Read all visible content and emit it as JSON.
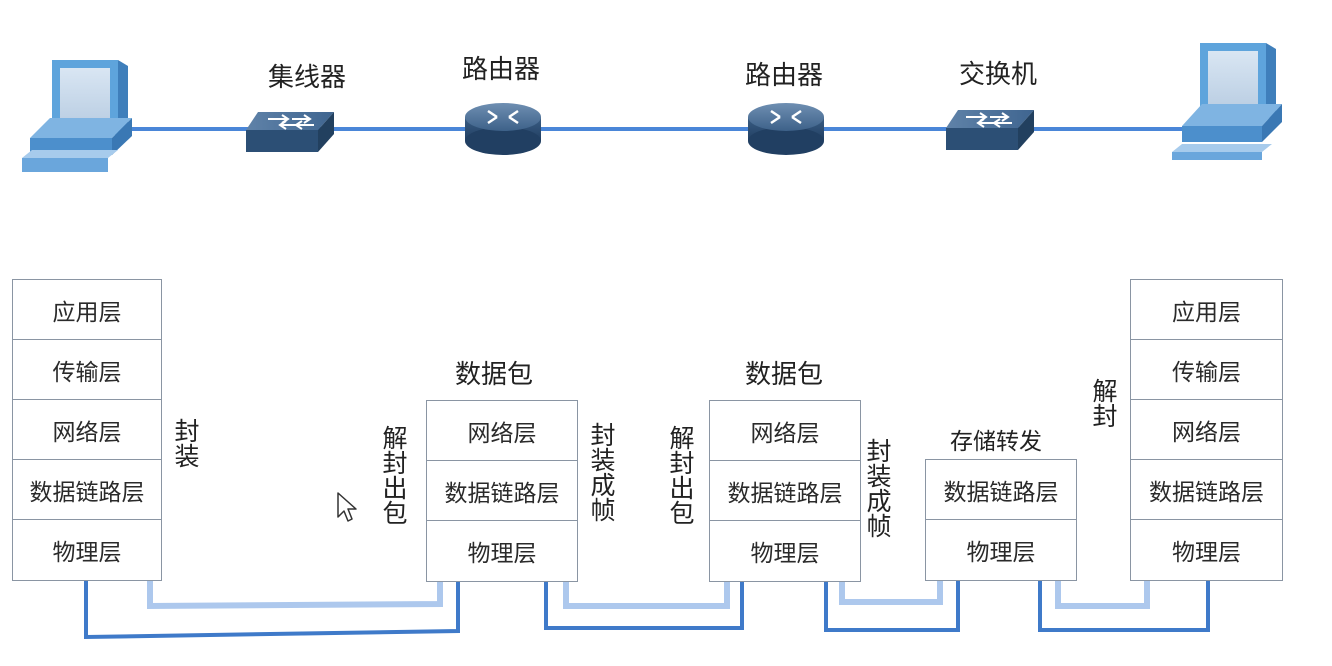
{
  "devices": {
    "hub": "集线器",
    "router1": "路由器",
    "router2": "路由器",
    "switch": "交换机"
  },
  "stacks": {
    "left": [
      "应用层",
      "传输层",
      "网络层",
      "数据链路层",
      "物理层"
    ],
    "router1": [
      "网络层",
      "数据链路层",
      "物理层"
    ],
    "router2": [
      "网络层",
      "数据链路层",
      "物理层"
    ],
    "switch": [
      "数据链路层",
      "物理层"
    ],
    "right": [
      "应用层",
      "传输层",
      "网络层",
      "数据链路层",
      "物理层"
    ]
  },
  "headers": {
    "router1": "数据包",
    "router2": "数据包",
    "switch": "存储转发"
  },
  "annotations": {
    "encap": "封装",
    "decap_out_1": "解封出包",
    "encap_frame_1": "封装成帧",
    "decap_out_2": "解封出包",
    "encap_frame_2": "封装成帧",
    "decap_end": "解封"
  },
  "colors": {
    "wire": "#4a86d8",
    "path_light": "#a9c5ec",
    "link_dark": "#3f7ac9",
    "device_dark": "#2c4f75",
    "device_mid": "#4b6f96",
    "pc_body": "#5ea4dc"
  }
}
